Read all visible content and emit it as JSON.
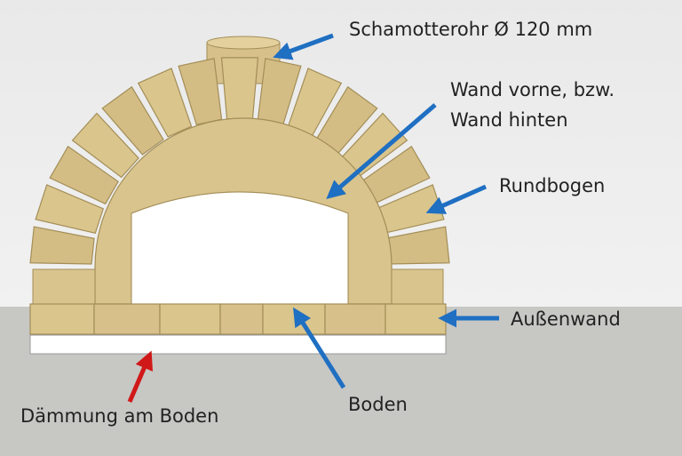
{
  "labels": {
    "chimney": "Schamotterohr Ø 120 mm",
    "wall_line1": "Wand vorne, bzw.",
    "wall_line2": "Wand hinten",
    "arch": "Rundbogen",
    "outer_wall": "Außenwand",
    "floor": "Boden",
    "insulation": "Dämmung am Boden"
  },
  "colors": {
    "sky": "#ebebeb",
    "ground": "#c7c7c4",
    "brick": "#dac58c",
    "brick_dark": "#a38e58",
    "brick_face": "#d7c08a",
    "insulation": "#ffffff",
    "arrow_blue": "#1f6fc2",
    "arrow_red": "#d11818"
  },
  "icons": {
    "pointer": "arrow-icon"
  }
}
